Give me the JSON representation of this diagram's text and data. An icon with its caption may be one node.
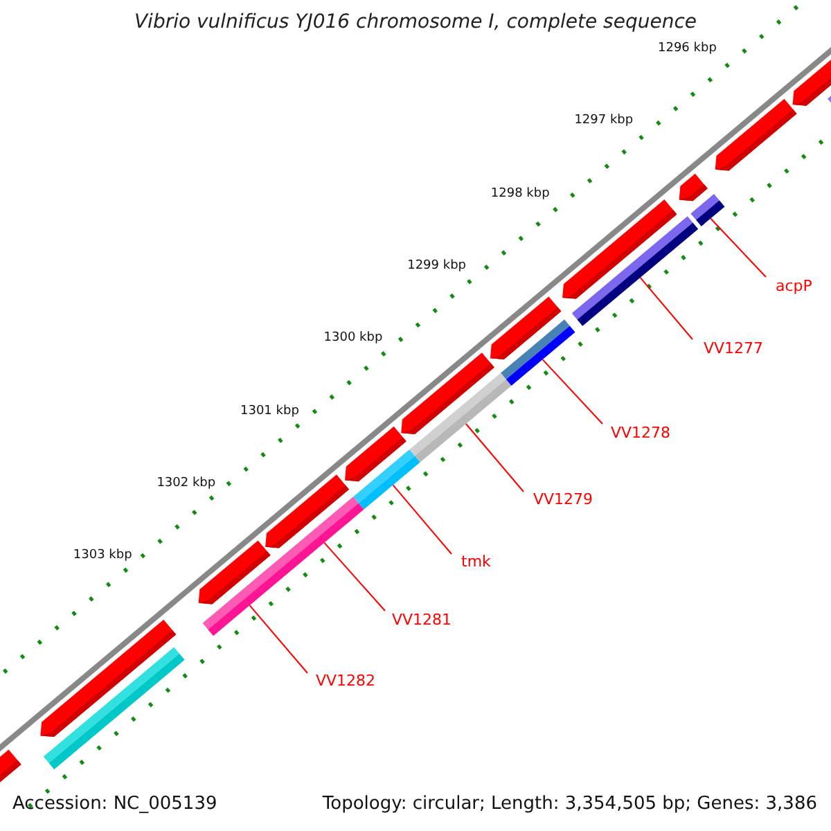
{
  "diagram": {
    "title": "Vibrio vulnificus YJ016 chromosome I, complete sequence",
    "nodes": [
      {
        "text": [
          "acpP"
        ]
      },
      {
        "text": [
          "VV1277"
        ]
      },
      {
        "text": [
          "VV1278"
        ]
      },
      {
        "text": [
          "VV1279"
        ]
      },
      {
        "text": [
          "tmk"
        ]
      },
      {
        "text": [
          "VV1281"
        ]
      },
      {
        "text": [
          "VV1282"
        ]
      },
      {
        "text": [],
        "shape": "bar"
      },
      {
        "text": [],
        "shape": "bar"
      },
      {
        "text": [],
        "shape": "bar"
      },
      {
        "text": [],
        "shape": "bar"
      },
      {
        "text": [],
        "shape": "bar"
      },
      {
        "text": [],
        "shape": "bar"
      }
    ],
    "edges": [
      {
        "from": 0,
        "to": 12,
        "arrow": "none"
      },
      {
        "from": 1,
        "to": 11,
        "arrow": "none"
      },
      {
        "from": 2,
        "to": 10,
        "arrow": "none"
      },
      {
        "from": 3,
        "to": 9,
        "arrow": "none"
      },
      {
        "from": 4,
        "to": 8,
        "arrow": "none"
      },
      {
        "from": 5,
        "to": 7,
        "arrow": "none"
      },
      {
        "from": 6,
        "to": 7,
        "arrow": "none"
      }
    ],
    "labels": [
      "1296 kbp",
      "1297 kbp",
      "1298 kbp",
      "1299 kbp",
      "1300 kbp",
      "1301 kbp",
      "1302 kbp",
      "1303 kbp",
      "Accession: NC_005139",
      "Topology: circular; Length: 3,354,505 bp; Genes: 3,386"
    ]
  }
}
